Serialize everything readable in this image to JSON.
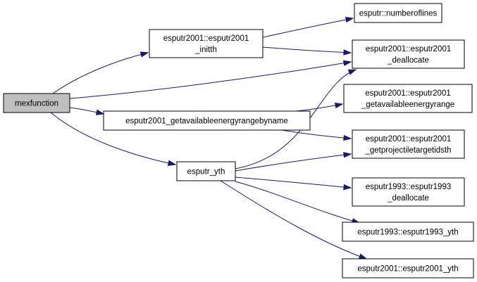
{
  "nodes": {
    "mexfunction": [
      "mexfunction"
    ],
    "esputr2001_initth": [
      "esputr2001::esputr2001",
      "_initth"
    ],
    "esputr2001_getavailableenergyrangebyname": [
      "esputr2001_getavailableenergyrangebyname"
    ],
    "esputr_yth": [
      "esputr_yth"
    ],
    "esputr_numberoflines": [
      "esputr::numberoflines"
    ],
    "esputr2001_deallocate": [
      "esputr2001::esputr2001",
      "_deallocate"
    ],
    "esputr2001_getavailableenergyrange": [
      "esputr2001::esputr2001",
      "_getavailableenergyrange"
    ],
    "esputr2001_getprojectiletargetidsth": [
      "esputr2001::esputr2001",
      "_getprojectiletargetidsth"
    ],
    "esputr1993_deallocate": [
      "esputr1993::esputr1993",
      "_deallocate"
    ],
    "esputr1993_yth": [
      "esputr1993::esputr1993_yth"
    ],
    "esputr2001_yth": [
      "esputr2001::esputr2001_yth"
    ]
  },
  "root_node": "mexfunction",
  "colors": {
    "edge": "#191970",
    "node_border": "#000000",
    "node_fill": "#ffffff",
    "root_fill": "#bfbfbf"
  },
  "edges": [
    [
      "mexfunction",
      "esputr2001_initth"
    ],
    [
      "mexfunction",
      "esputr2001_deallocate"
    ],
    [
      "mexfunction",
      "esputr2001_getavailableenergyrangebyname"
    ],
    [
      "mexfunction",
      "esputr_yth"
    ],
    [
      "esputr2001_initth",
      "esputr_numberoflines"
    ],
    [
      "esputr2001_initth",
      "esputr2001_deallocate"
    ],
    [
      "esputr2001_getavailableenergyrangebyname",
      "esputr2001_getavailableenergyrange"
    ],
    [
      "esputr2001_getavailableenergyrangebyname",
      "esputr2001_getprojectiletargetidsth"
    ],
    [
      "esputr_yth",
      "esputr2001_deallocate"
    ],
    [
      "esputr_yth",
      "esputr2001_getprojectiletargetidsth"
    ],
    [
      "esputr_yth",
      "esputr1993_deallocate"
    ],
    [
      "esputr_yth",
      "esputr1993_yth"
    ],
    [
      "esputr_yth",
      "esputr2001_yth"
    ]
  ]
}
